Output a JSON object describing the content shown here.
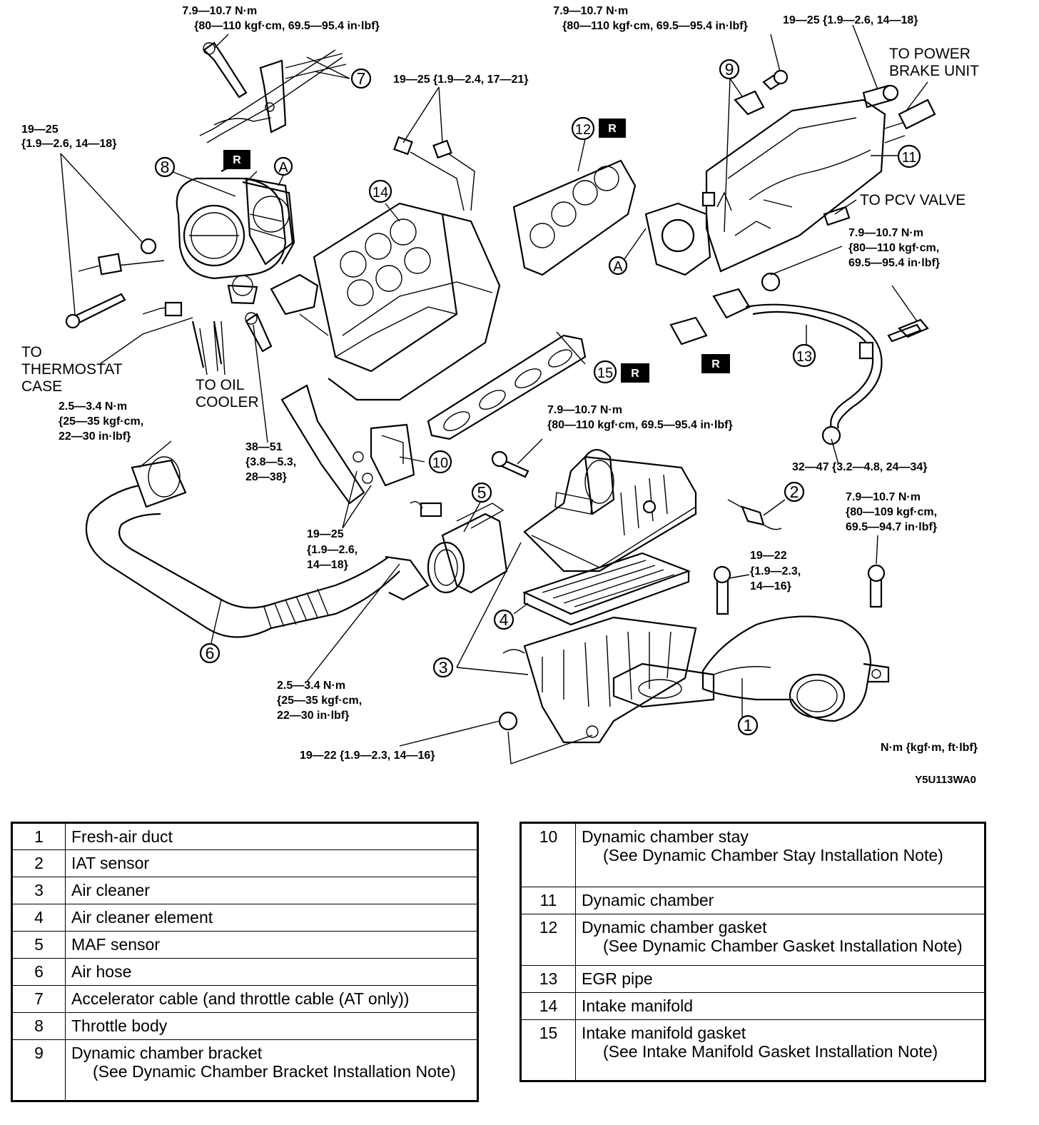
{
  "annotations": {
    "torque_7_a": [
      "7.9—10.7 N·m",
      "{80—110 kgf·cm, 69.5—95.4 in·lbf}"
    ],
    "torque_9_a": [
      "7.9—10.7 N·m",
      "{80—110 kgf·cm, 69.5—95.4 in·lbf}"
    ],
    "torque_11_bolt": [
      "19—25 {1.9—2.6, 14—18}"
    ],
    "to_power_brake": [
      "TO POWER",
      "BRAKE UNIT"
    ],
    "torque_14_nuts": [
      "19—25 {1.9—2.4, 17—21}"
    ],
    "torque_8_bolts": [
      "19—25",
      "{1.9—2.6, 14—18}"
    ],
    "to_pcv": [
      "TO PCV VALVE"
    ],
    "torque_13_right": [
      "7.9—10.7 N·m",
      "{80—110 kgf·cm,",
      "69.5—95.4 in·lbf}"
    ],
    "to_thermostat": [
      "TO",
      "THERMOSTAT",
      "CASE"
    ],
    "to_oil_cooler": [
      "TO OIL",
      "COOLER"
    ],
    "torque_6_top": [
      "2.5—3.4 N·m",
      "{25—35 kgf·cm,",
      "22—30 in·lbf}"
    ],
    "torque_stay_bolt": [
      "38—51",
      "{3.8—5.3,",
      "28—38}"
    ],
    "torque_3_cover": [
      "7.9—10.7 N·m",
      "{80—110 kgf·cm, 69.5—95.4 in·lbf}"
    ],
    "torque_13_bottom": [
      "32—47 {3.2—4.8, 24—34}"
    ],
    "torque_1_bolt": [
      "7.9—10.7 N·m",
      "{80—109 kgf·cm,",
      "69.5—94.7 in·lbf}"
    ],
    "torque_10_nuts": [
      "19—25",
      "{1.9—2.6,",
      "14—18}"
    ],
    "torque_3_bolt": [
      "19—22",
      "{1.9—2.3,",
      "14—16}"
    ],
    "torque_6_bottom": [
      "2.5—3.4 N·m",
      "{25—35 kgf·cm,",
      "22—30 in·lbf}"
    ],
    "torque_3_nut": [
      "19—22 {1.9—2.3, 14—16}"
    ],
    "unit_note": [
      "N·m {kgf·m, ft·lbf}"
    ],
    "figure_code": [
      "Y5U113WA0"
    ]
  },
  "callouts": [
    "1",
    "2",
    "3",
    "4",
    "5",
    "6",
    "7",
    "8",
    "9",
    "10",
    "11",
    "12",
    "13",
    "14",
    "15"
  ],
  "letters": {
    "a": "A"
  },
  "replace_mark": "R",
  "legend_left": [
    {
      "num": "1",
      "name": "Fresh-air duct",
      "note": ""
    },
    {
      "num": "2",
      "name": "IAT sensor",
      "note": ""
    },
    {
      "num": "3",
      "name": "Air cleaner",
      "note": ""
    },
    {
      "num": "4",
      "name": "Air cleaner element",
      "note": ""
    },
    {
      "num": "5",
      "name": "MAF sensor",
      "note": ""
    },
    {
      "num": "6",
      "name": "Air hose",
      "note": ""
    },
    {
      "num": "7",
      "name": "Accelerator cable (and throttle cable (AT only))",
      "note": ""
    },
    {
      "num": "8",
      "name": "Throttle body",
      "note": ""
    },
    {
      "num": "9",
      "name": "Dynamic chamber bracket",
      "note": "(See Dynamic Chamber Bracket Installation Note)"
    }
  ],
  "legend_right": [
    {
      "num": "10",
      "name": "Dynamic chamber stay",
      "note": "(See Dynamic Chamber Stay Installation Note)"
    },
    {
      "num": "11",
      "name": "Dynamic chamber",
      "note": ""
    },
    {
      "num": "12",
      "name": "Dynamic chamber gasket",
      "note": "(See Dynamic Chamber Gasket Installation Note)"
    },
    {
      "num": "13",
      "name": "EGR pipe",
      "note": ""
    },
    {
      "num": "14",
      "name": "Intake manifold",
      "note": ""
    },
    {
      "num": "15",
      "name": "Intake manifold gasket",
      "note": "(See Intake Manifold Gasket Installation Note)"
    }
  ]
}
